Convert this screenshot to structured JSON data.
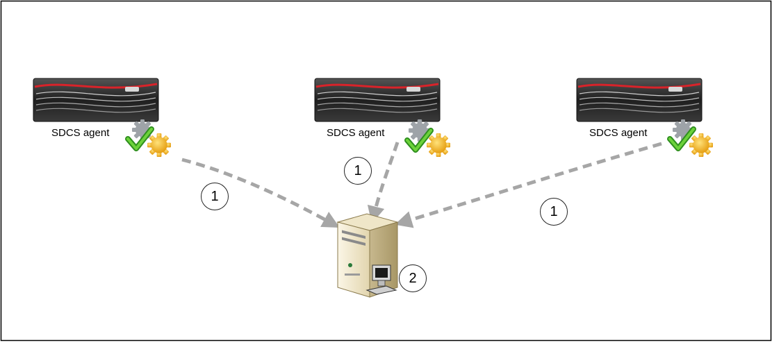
{
  "agents": [
    {
      "label": "SDCS agent",
      "server_icon": "storage-array-icon",
      "status_icon": "gears-check-icon"
    },
    {
      "label": "SDCS agent",
      "server_icon": "storage-array-icon",
      "status_icon": "gears-check-icon"
    },
    {
      "label": "SDCS agent",
      "server_icon": "storage-array-icon",
      "status_icon": "gears-check-icon"
    }
  ],
  "step_labels": {
    "send": "1",
    "collect": "2"
  },
  "collector": {
    "icon": "tower-server-with-workstation-icon"
  },
  "colors": {
    "arrow": "#a6a6a6",
    "array_body": "#2a2a2a",
    "array_accent": "#d8232a",
    "gear_gold": "#f5b91e",
    "gear_gray": "#9ea3a8",
    "check_green": "#4caf2a",
    "border": "#000000"
  }
}
